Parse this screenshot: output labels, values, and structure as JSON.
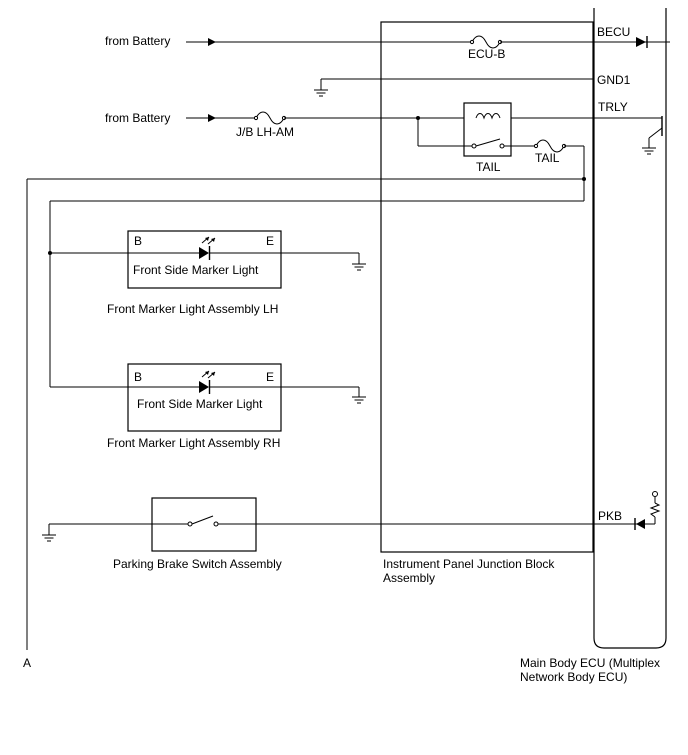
{
  "sources": {
    "battery_top": "from Battery",
    "battery_mid": "from Battery"
  },
  "fuses": {
    "ecu_b": "ECU-B",
    "jb_lh_am": "J/B LH-AM",
    "tail": "TAIL"
  },
  "relay": {
    "label": "TAIL"
  },
  "ecu_terminals": {
    "becu": "BECU",
    "gnd1": "GND1",
    "trly": "TRLY",
    "pkb": "PKB"
  },
  "marker_lh": {
    "terminal_b": "B",
    "terminal_e": "E",
    "inner_label": "Front Side Marker Light",
    "assembly_label": "Front Marker Light Assembly LH"
  },
  "marker_rh": {
    "terminal_b": "B",
    "terminal_e": "E",
    "inner_label": "Front Side Marker Light",
    "assembly_label": "Front Marker Light Assembly RH"
  },
  "parking_brake": {
    "label": "Parking Brake Switch Assembly"
  },
  "junction_block": {
    "label_line1": "Instrument Panel Junction Block",
    "label_line2": "Assembly"
  },
  "main_ecu": {
    "label_line1": "Main Body ECU (Multiplex",
    "label_line2": "Network Body ECU)"
  },
  "connector_a": "A"
}
